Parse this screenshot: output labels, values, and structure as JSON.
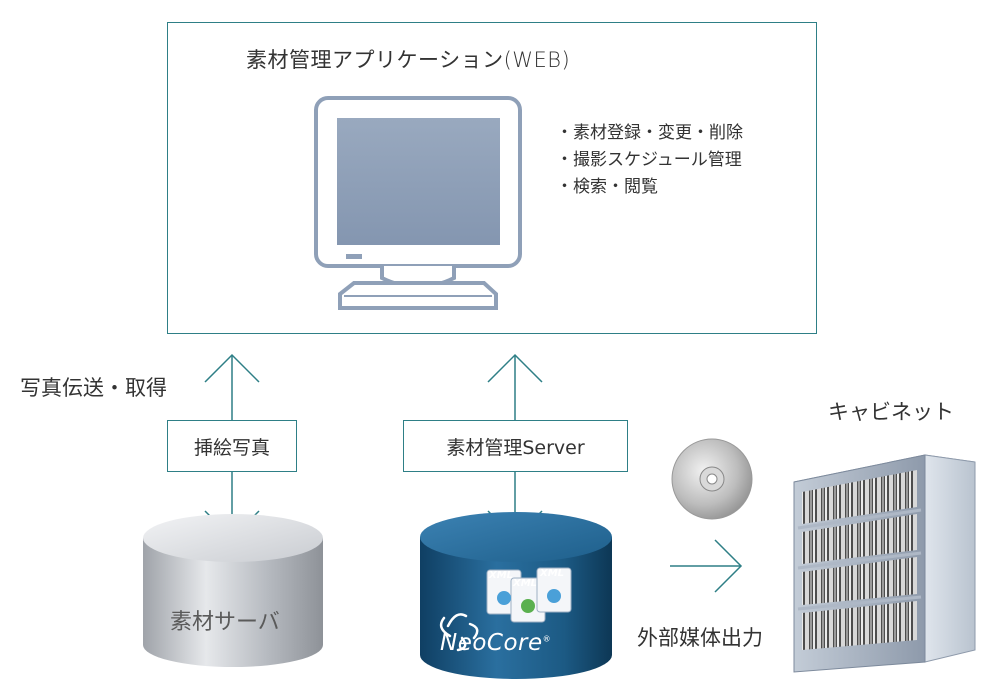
{
  "app": {
    "title": "素材管理アプリケーション(WEB)",
    "features": [
      "・素材登録・変更・削除",
      "・撮影スケジュール管理",
      "・検索・閲覧"
    ]
  },
  "transfer_label": "写真伝送・取得",
  "photo_box_label": "挿絵写真",
  "server_box_label": "素材管理Server",
  "material_server_label": "素材サーバ",
  "neocore_label": "NeoCore",
  "neocore_mark": "®",
  "xml_tags": [
    "XML",
    "XML",
    "XML"
  ],
  "cabinet_label": "キャビネット",
  "external_output_label": "外部媒体出力",
  "colors": {
    "frame": "#2e7f86",
    "monitor_screen": "#8fa0b8",
    "neocore": "#1c5a84",
    "cylinder_gray": "#b8bcc2",
    "rack": "#9aa5b5"
  },
  "icons": [
    "monitor-icon",
    "cd-disc-icon",
    "cabinet-rack-icon",
    "database-cylinder-icon",
    "xml-document-icon",
    "neocore-logo-icon"
  ]
}
